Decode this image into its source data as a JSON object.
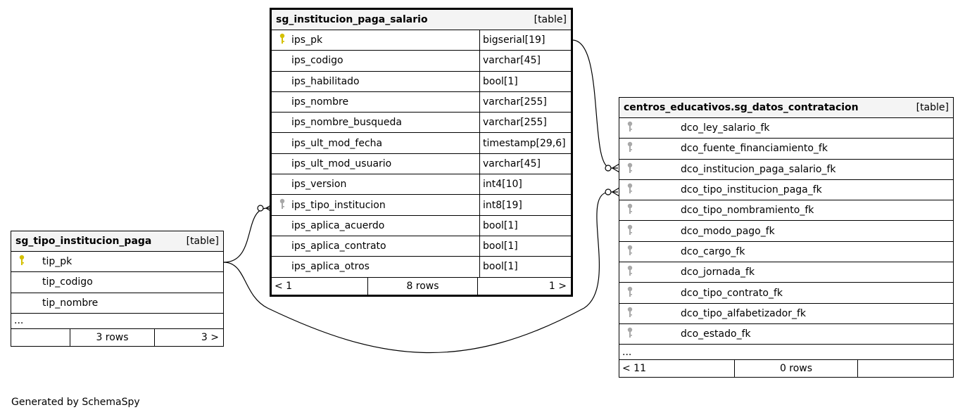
{
  "tables": {
    "center": {
      "name": "sg_institucion_paga_salario",
      "tag": "[table]",
      "columns": [
        {
          "name": "ips_pk",
          "type": "bigserial[19]",
          "key": "pk"
        },
        {
          "name": "ips_codigo",
          "type": "varchar[45]",
          "key": ""
        },
        {
          "name": "ips_habilitado",
          "type": "bool[1]",
          "key": ""
        },
        {
          "name": "ips_nombre",
          "type": "varchar[255]",
          "key": ""
        },
        {
          "name": "ips_nombre_busqueda",
          "type": "varchar[255]",
          "key": ""
        },
        {
          "name": "ips_ult_mod_fecha",
          "type": "timestamp[29,6]",
          "key": ""
        },
        {
          "name": "ips_ult_mod_usuario",
          "type": "varchar[45]",
          "key": ""
        },
        {
          "name": "ips_version",
          "type": "int4[10]",
          "key": ""
        },
        {
          "name": "ips_tipo_institucion",
          "type": "int8[19]",
          "key": "fk"
        },
        {
          "name": "ips_aplica_acuerdo",
          "type": "bool[1]",
          "key": ""
        },
        {
          "name": "ips_aplica_contrato",
          "type": "bool[1]",
          "key": ""
        },
        {
          "name": "ips_aplica_otros",
          "type": "bool[1]",
          "key": ""
        }
      ],
      "footer": {
        "left": "< 1",
        "mid": "8 rows",
        "right": "1 >"
      }
    },
    "left": {
      "name": "sg_tipo_institucion_paga",
      "tag": "[table]",
      "columns": [
        {
          "name": "tip_pk",
          "key": "pk"
        },
        {
          "name": "tip_codigo",
          "key": ""
        },
        {
          "name": "tip_nombre",
          "key": ""
        }
      ],
      "ellipsis": "...",
      "footer": {
        "left": "",
        "mid": "3 rows",
        "right": "3 >"
      }
    },
    "right": {
      "name": "centros_educativos.sg_datos_contratacion",
      "tag": "[table]",
      "columns": [
        {
          "name": "dco_ley_salario_fk",
          "key": "fk"
        },
        {
          "name": "dco_fuente_financiamiento_fk",
          "key": "fk"
        },
        {
          "name": "dco_institucion_paga_salario_fk",
          "key": "fk"
        },
        {
          "name": "dco_tipo_institucion_paga_fk",
          "key": "fk"
        },
        {
          "name": "dco_tipo_nombramiento_fk",
          "key": "fk"
        },
        {
          "name": "dco_modo_pago_fk",
          "key": "fk"
        },
        {
          "name": "dco_cargo_fk",
          "key": "fk"
        },
        {
          "name": "dco_jornada_fk",
          "key": "fk"
        },
        {
          "name": "dco_tipo_contrato_fk",
          "key": "fk"
        },
        {
          "name": "dco_tipo_alfabetizador_fk",
          "key": "fk"
        },
        {
          "name": "dco_estado_fk",
          "key": "fk"
        }
      ],
      "ellipsis": "...",
      "footer": {
        "left": "< 11",
        "mid": "0 rows",
        "right": ""
      }
    }
  },
  "key_colors": {
    "pk": "#d4c000",
    "fk": "#a8a8a8"
  },
  "generated_by": "Generated by SchemaSpy"
}
